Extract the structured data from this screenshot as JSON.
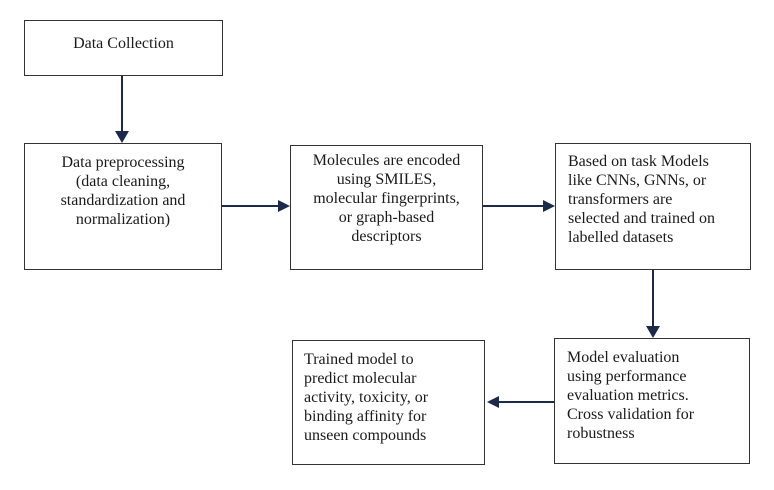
{
  "diagram": {
    "type": "flowchart",
    "background": "#ffffff",
    "colors": {
      "arrow": "#1b2a4a",
      "node_border": "#333333",
      "text": "#1a1a1a"
    },
    "nodes": [
      {
        "id": "data-collection",
        "label": "Data Collection"
      },
      {
        "id": "data-preprocessing",
        "label": "Data preprocessing\n(data cleaning,\nstandardization and\nnormalization)"
      },
      {
        "id": "molecular-encoding",
        "label": "Molecules are encoded\nusing SMILES,\nmolecular fingerprints,\nor graph-based\ndescriptors"
      },
      {
        "id": "model-selection-training",
        "label": "Based on task Models\nlike CNNs, GNNs, or\ntransformers are\nselected and trained on\nlabelled datasets"
      },
      {
        "id": "model-evaluation",
        "label": "Model evaluation\nusing performance\nevaluation metrics.\nCross validation for\nrobustness"
      },
      {
        "id": "trained-model-prediction",
        "label": "Trained model to\npredict molecular\nactivity, toxicity, or\nbinding affinity for\nunseen compounds"
      }
    ],
    "edges": [
      {
        "from": "data-collection",
        "to": "data-preprocessing",
        "direction": "down"
      },
      {
        "from": "data-preprocessing",
        "to": "molecular-encoding",
        "direction": "right"
      },
      {
        "from": "molecular-encoding",
        "to": "model-selection-training",
        "direction": "right"
      },
      {
        "from": "model-selection-training",
        "to": "model-evaluation",
        "direction": "down"
      },
      {
        "from": "model-evaluation",
        "to": "trained-model-prediction",
        "direction": "left"
      }
    ]
  }
}
